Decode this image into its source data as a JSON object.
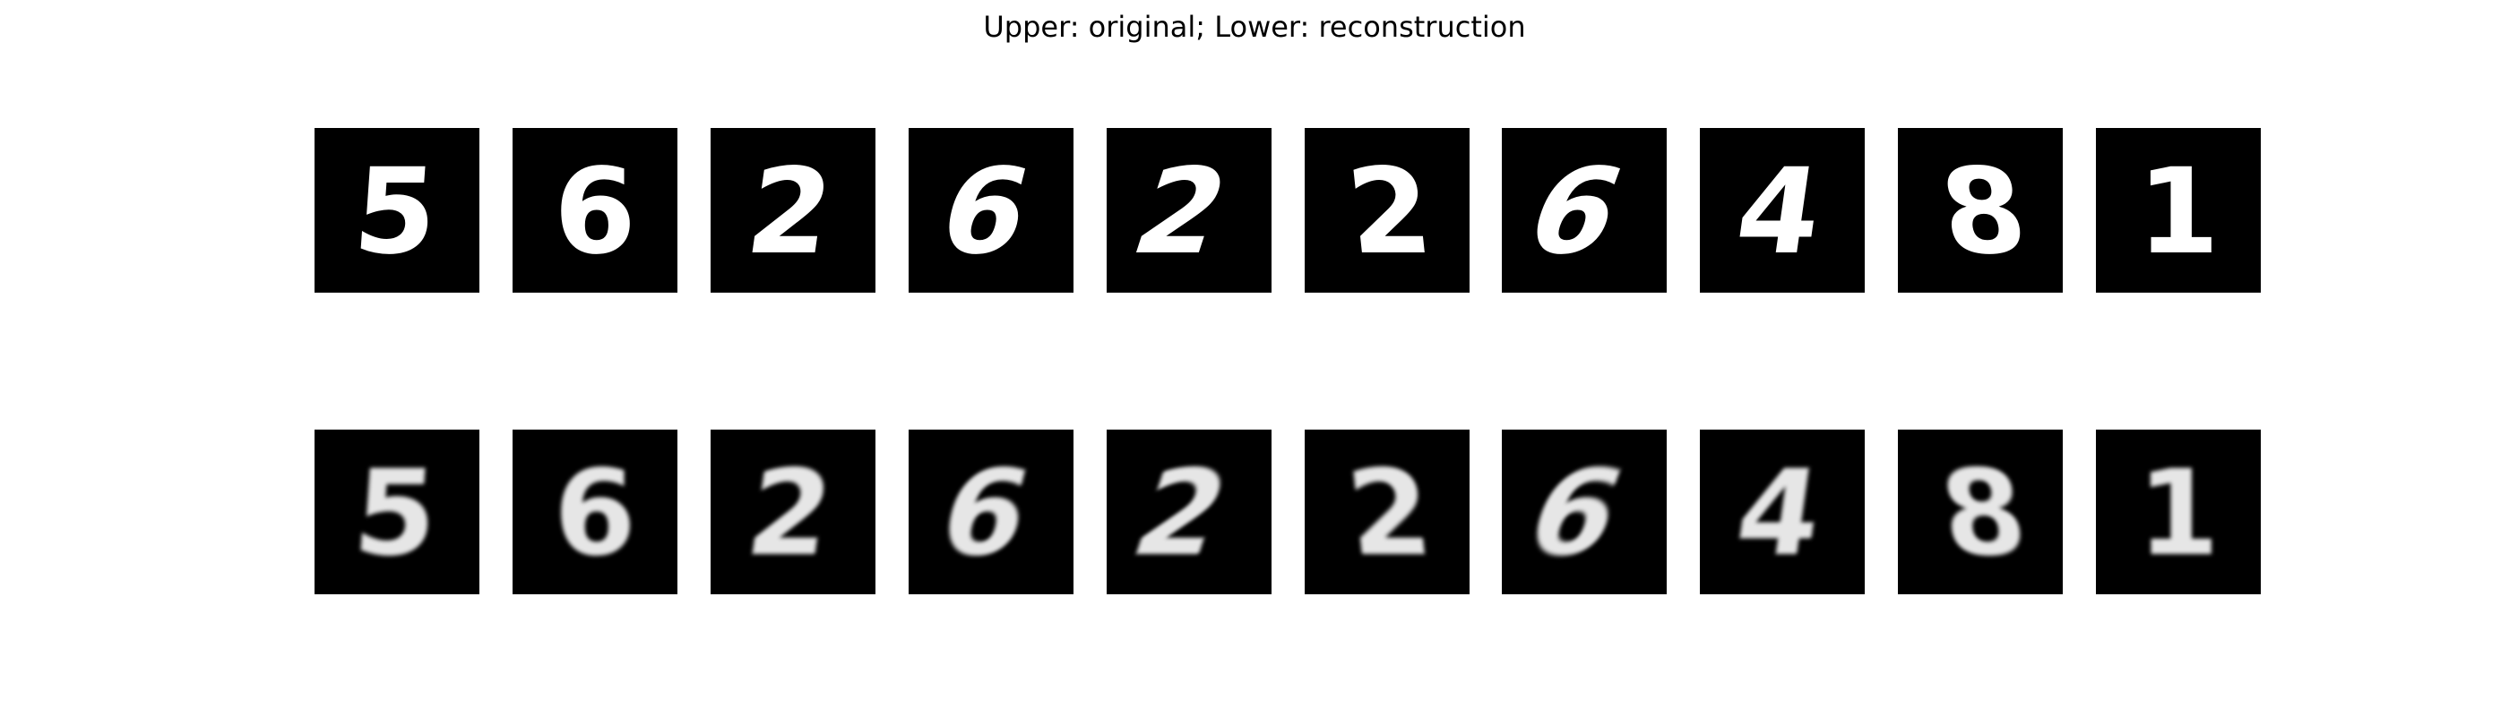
{
  "figure": {
    "title": "Upper: original; Lower: reconstruction"
  },
  "rows": [
    {
      "key": "original",
      "tiles": [
        {
          "digit": "5"
        },
        {
          "digit": "6"
        },
        {
          "digit": "2"
        },
        {
          "digit": "6"
        },
        {
          "digit": "2"
        },
        {
          "digit": "2"
        },
        {
          "digit": "6"
        },
        {
          "digit": "4"
        },
        {
          "digit": "8"
        },
        {
          "digit": "1"
        }
      ]
    },
    {
      "key": "reconstruction",
      "tiles": [
        {
          "digit": "5"
        },
        {
          "digit": "6"
        },
        {
          "digit": "2"
        },
        {
          "digit": "6"
        },
        {
          "digit": "2"
        },
        {
          "digit": "2"
        },
        {
          "digit": "6"
        },
        {
          "digit": "4"
        },
        {
          "digit": "8"
        },
        {
          "digit": "1"
        }
      ]
    }
  ],
  "colors": {
    "tile_background": "#000000",
    "original_stroke": "#ffffff",
    "reconstruction_stroke": "#e6e6e6"
  }
}
